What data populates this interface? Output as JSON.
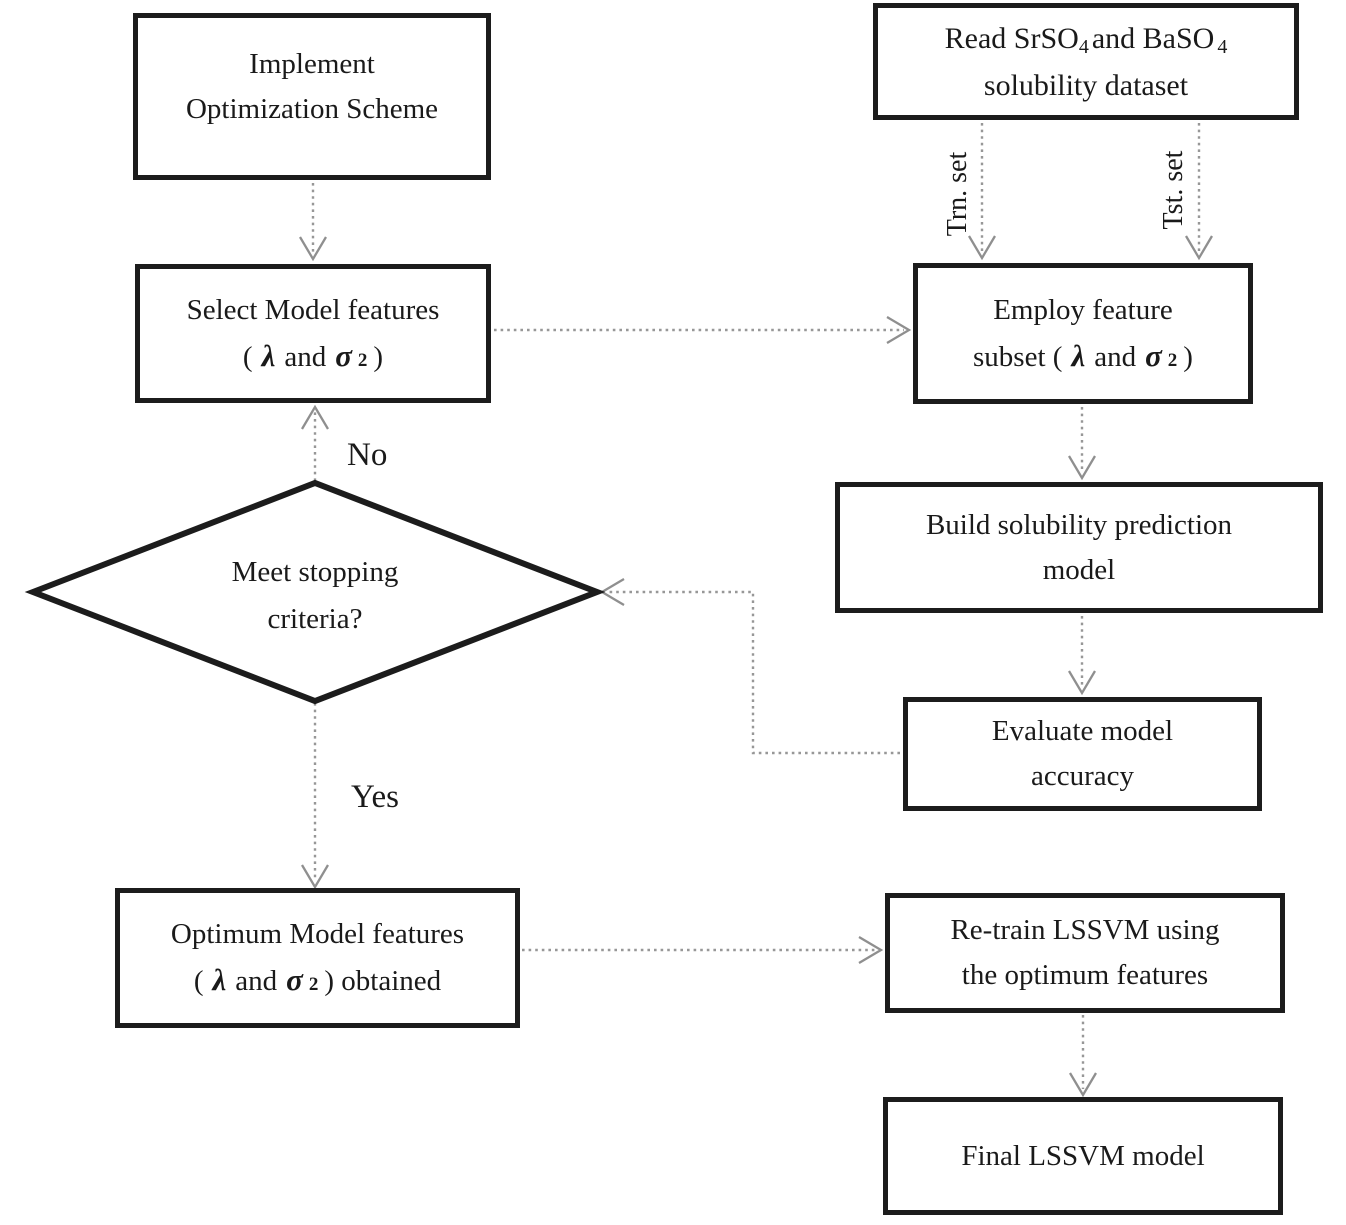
{
  "colors": {
    "background": "#ffffff",
    "node_border": "#1c1c1c",
    "text": "#1a1a1a",
    "connector": "#979797"
  },
  "math": {
    "open_paren": "(",
    "lambda": "λ",
    "and_word": "and",
    "sigma": "σ",
    "squared": "2",
    "close_paren": ")"
  },
  "nodes": {
    "implement": {
      "line1": "Implement",
      "line2": "Optimization Scheme"
    },
    "read": {
      "line1_a": "Read SrSO",
      "sub_1": "4",
      "line1_b": "and BaSO",
      "sub_2": "4",
      "line2": "solubility dataset"
    },
    "select": {
      "line1": "Select Model features"
    },
    "employ": {
      "line1": "Employ feature",
      "line2_prefix": "subset ("
    },
    "build": {
      "line1": "Build solubility prediction",
      "line2": "model"
    },
    "evaluate": {
      "line1": "Evaluate model",
      "line2": "accuracy"
    },
    "decision": {
      "line1": "Meet stopping",
      "line2": "criteria?"
    },
    "optimum": {
      "line1": "Optimum Model features",
      "line2_suffix": ") obtained"
    },
    "retrain": {
      "line1": "Re-train LSSVM using",
      "line2": "the optimum features"
    },
    "final": {
      "line1": "Final LSSVM model"
    }
  },
  "edge_labels": {
    "no": "No",
    "yes": "Yes",
    "trn": "Trn. set",
    "tst": "Tst. set"
  }
}
